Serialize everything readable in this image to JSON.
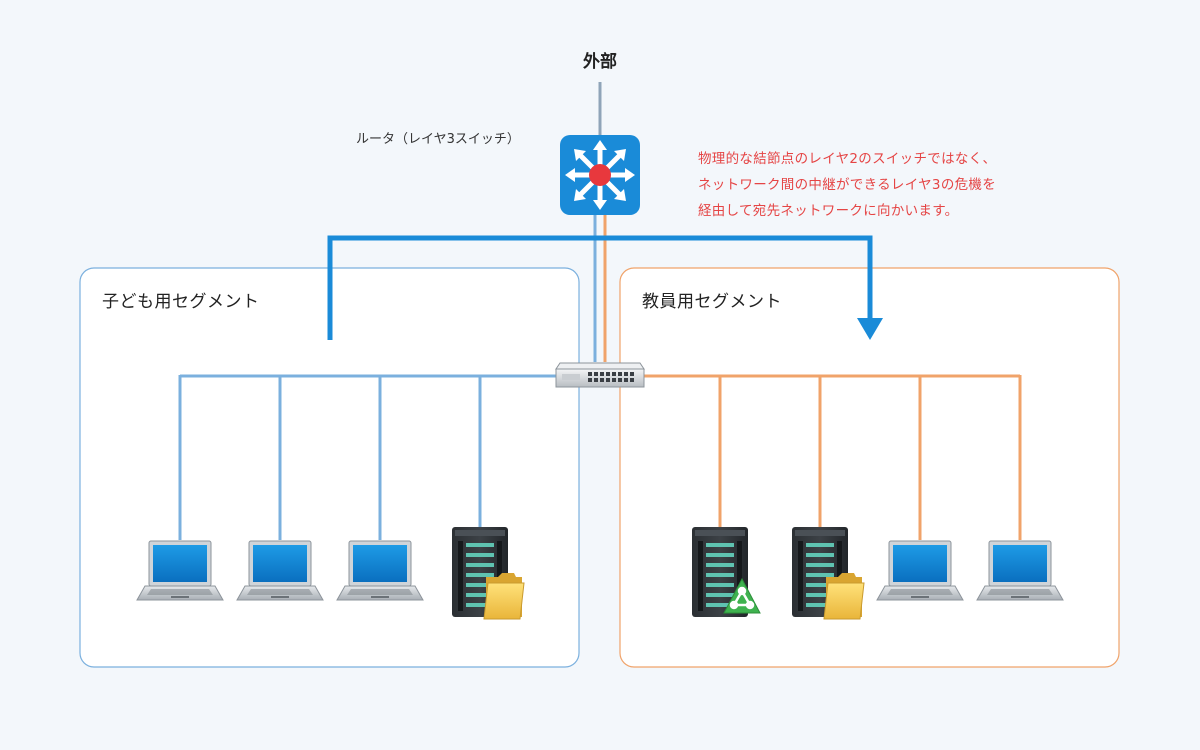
{
  "external": {
    "label": "外部"
  },
  "router": {
    "label": "ルータ（レイヤ3スイッチ）"
  },
  "segments": {
    "children": {
      "title": "子ども用セグメント"
    },
    "teachers": {
      "title": "教員用セグメント"
    }
  },
  "note": {
    "lines": [
      "物理的な結節点のレイヤ2のスイッチではなく、",
      "ネットワーク間の中継ができるレイヤ3の危機を",
      "経由して宛先ネットワークに向かいます。"
    ]
  },
  "colors": {
    "background": "#f3f7fb",
    "children_segment": "#7bb0de",
    "teachers_segment": "#f0a36a",
    "route_arrow": "#1a8bd8",
    "router": "#1a8bd8",
    "router_center": "#e8383d",
    "external_line": "#8fa4b8",
    "note_text": "#e54545"
  },
  "icons": {
    "router": "router-icon",
    "switch": "switch-hub-icon",
    "laptop": "laptop-icon",
    "server": "server-icon",
    "folder": "folder-icon",
    "warning": "warning-icon"
  }
}
